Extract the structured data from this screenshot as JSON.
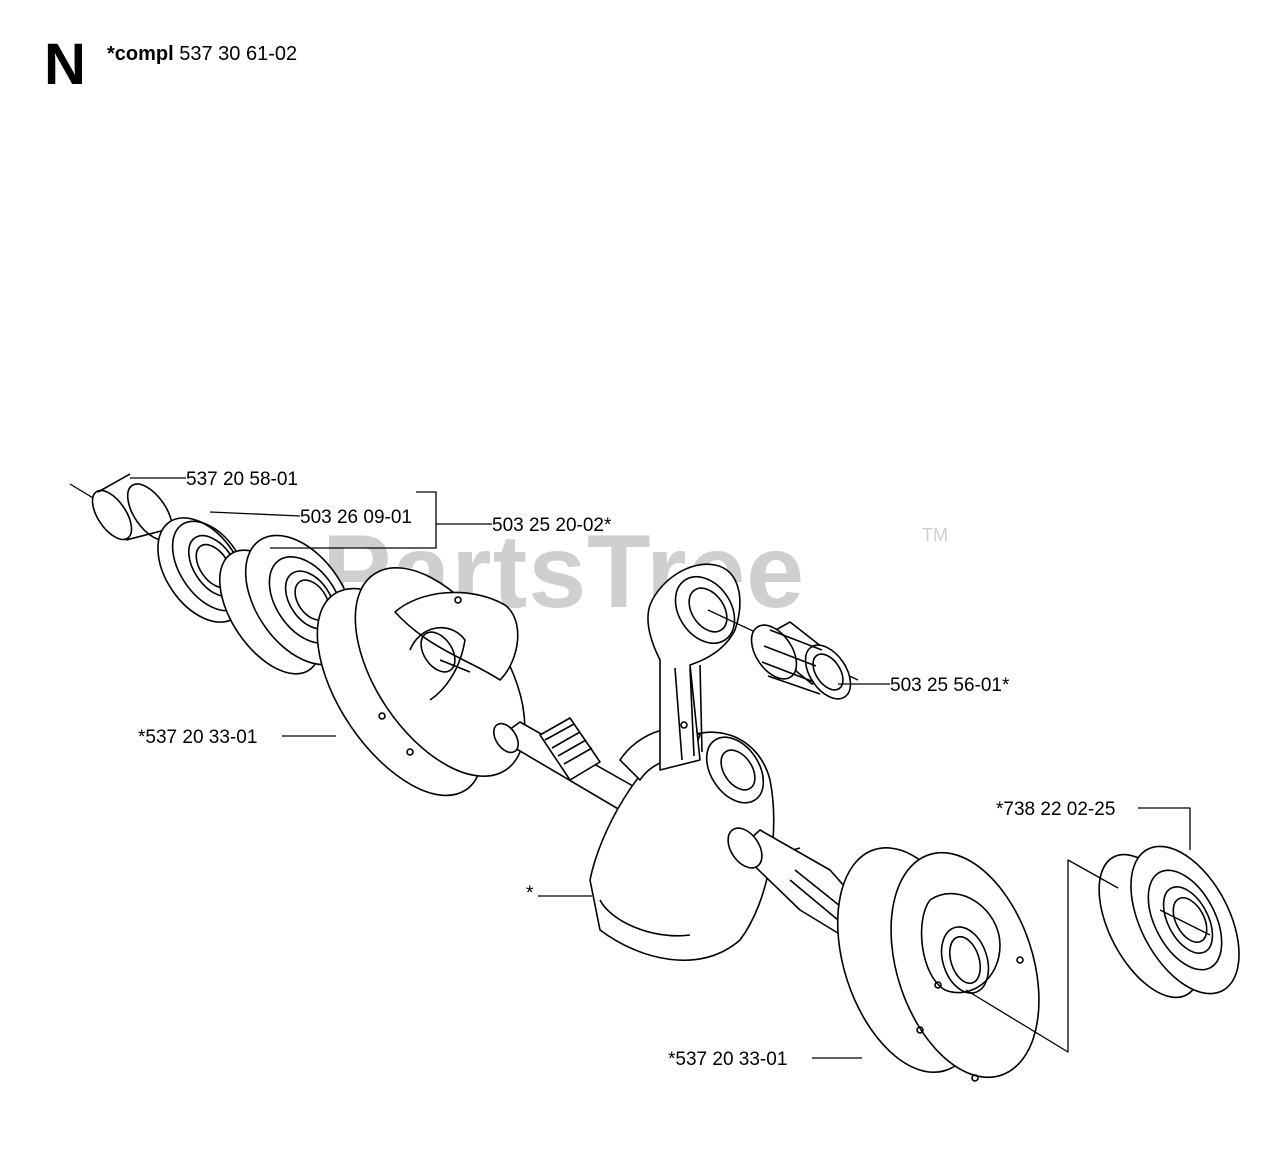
{
  "header": {
    "section_letter": "N",
    "compl_prefix": "*compl",
    "compl_number": "537 30 61-02"
  },
  "watermark": {
    "text": "PartsTree",
    "trademark": "TM"
  },
  "callouts": [
    {
      "id": "cylinder-bushing",
      "text": "537 20 58-01"
    },
    {
      "id": "seal",
      "text": "503 26 09-01"
    },
    {
      "id": "bearing-group",
      "text": "503 25 20-02*"
    },
    {
      "id": "needle-bearing",
      "text": "503 25 56-01*"
    },
    {
      "id": "crank-half-left",
      "text": "*537 20 33-01"
    },
    {
      "id": "bearing-right",
      "text": "*738 22 02-25"
    },
    {
      "id": "crankshaft",
      "text": "*"
    },
    {
      "id": "crank-half-right",
      "text": "*537 20 33-01"
    }
  ]
}
